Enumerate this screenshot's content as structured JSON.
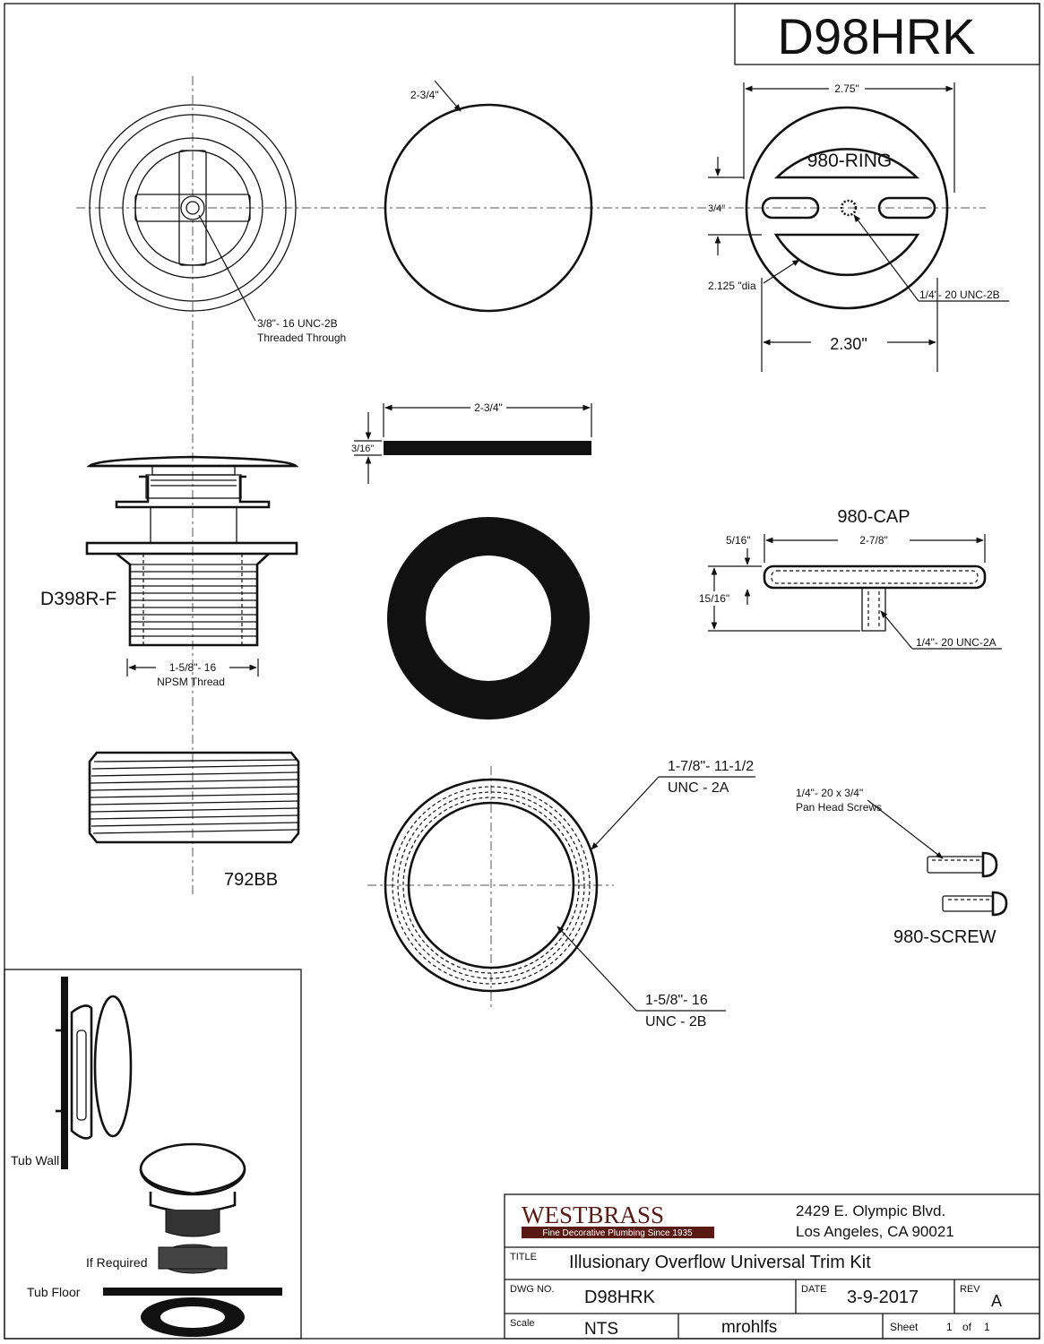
{
  "drawing_number_header": "D98HRK",
  "parts": {
    "ring_label": "980-RING",
    "cap_label": "980-CAP",
    "screw_label": "980-SCREW",
    "drain_label": "D398R-F",
    "adapter_label": "792BB"
  },
  "dimensions": {
    "disc_diameter": "2-3/4\"",
    "ring_width": "2.75\"",
    "ring_slot": "3/4\"",
    "ring_bore": "2.125 \"dia",
    "ring_thread": "1/4\"- 20 UNC-2B",
    "ring_span": "2.30\"",
    "drain_thread": "3/8\"- 16 UNC-2B",
    "drain_thread_note": "Threaded Through",
    "gasket_width": "2-3/4\"",
    "gasket_thickness": "3/16\"",
    "cap_thickness": "5/16\"",
    "cap_width": "2-7/8\"",
    "cap_height": "15/16\"",
    "cap_thread": "1/4\"- 20 UNC-2A",
    "drain_npsm_1": "1-5/8\"- 16",
    "drain_npsm_2": "NPSM Thread",
    "adapter_outer_1": "1-7/8\"- 11-1/2",
    "adapter_outer_2": "UNC - 2A",
    "adapter_inner_1": "1-5/8\"- 16",
    "adapter_inner_2": "UNC - 2B",
    "screw_spec_1": "1/4\"- 20 x 3/4\"",
    "screw_spec_2": "Pan Head Screws"
  },
  "install": {
    "tub_wall": "Tub Wall",
    "if_required": "If Required",
    "tub_floor": "Tub Floor"
  },
  "title_block": {
    "brand": "WESTBRASS",
    "tagline": "Fine Decorative Plumbing Since 1935",
    "address_1": "2429 E. Olympic Blvd.",
    "address_2": "Los Angeles, CA 90021",
    "title_label": "TITLE",
    "title": "Illusionary Overflow Universal Trim Kit",
    "dwg_label": "DWG NO.",
    "dwg_no": "D98HRK",
    "date_label": "DATE",
    "date": "3-9-2017",
    "rev_label": "REV",
    "rev": "A",
    "scale_label": "Scale",
    "scale": "NTS",
    "drawn_by": "mrohlfs",
    "sheet_label": "Sheet",
    "sheet_no": "1",
    "sheet_of": "of",
    "sheet_total": "1"
  }
}
